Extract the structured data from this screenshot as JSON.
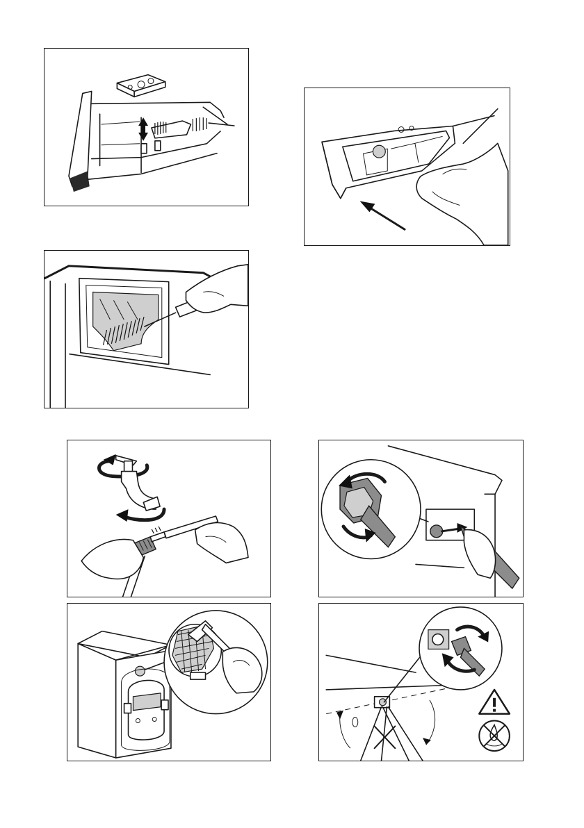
{
  "page": {
    "figures": [
      {
        "id": "fig1",
        "icon": "dispenser-insert-brush-icon"
      },
      {
        "id": "fig2",
        "icon": "dispenser-drawer-remove-icon"
      },
      {
        "id": "fig3",
        "icon": "dispenser-recess-brush-icon"
      },
      {
        "id": "fig4",
        "icon": "tap-hose-filter-brush-icon"
      },
      {
        "id": "fig5",
        "icon": "inlet-hose-unscrew-icon"
      },
      {
        "id": "fig6",
        "icon": "inlet-filter-clean-icon"
      },
      {
        "id": "fig7",
        "icon": "hose-reconnect-warning-icon"
      }
    ],
    "colors": {
      "line": "#1a1a1a",
      "fill_grey": "#8c8c8c",
      "background": "#ffffff"
    }
  }
}
